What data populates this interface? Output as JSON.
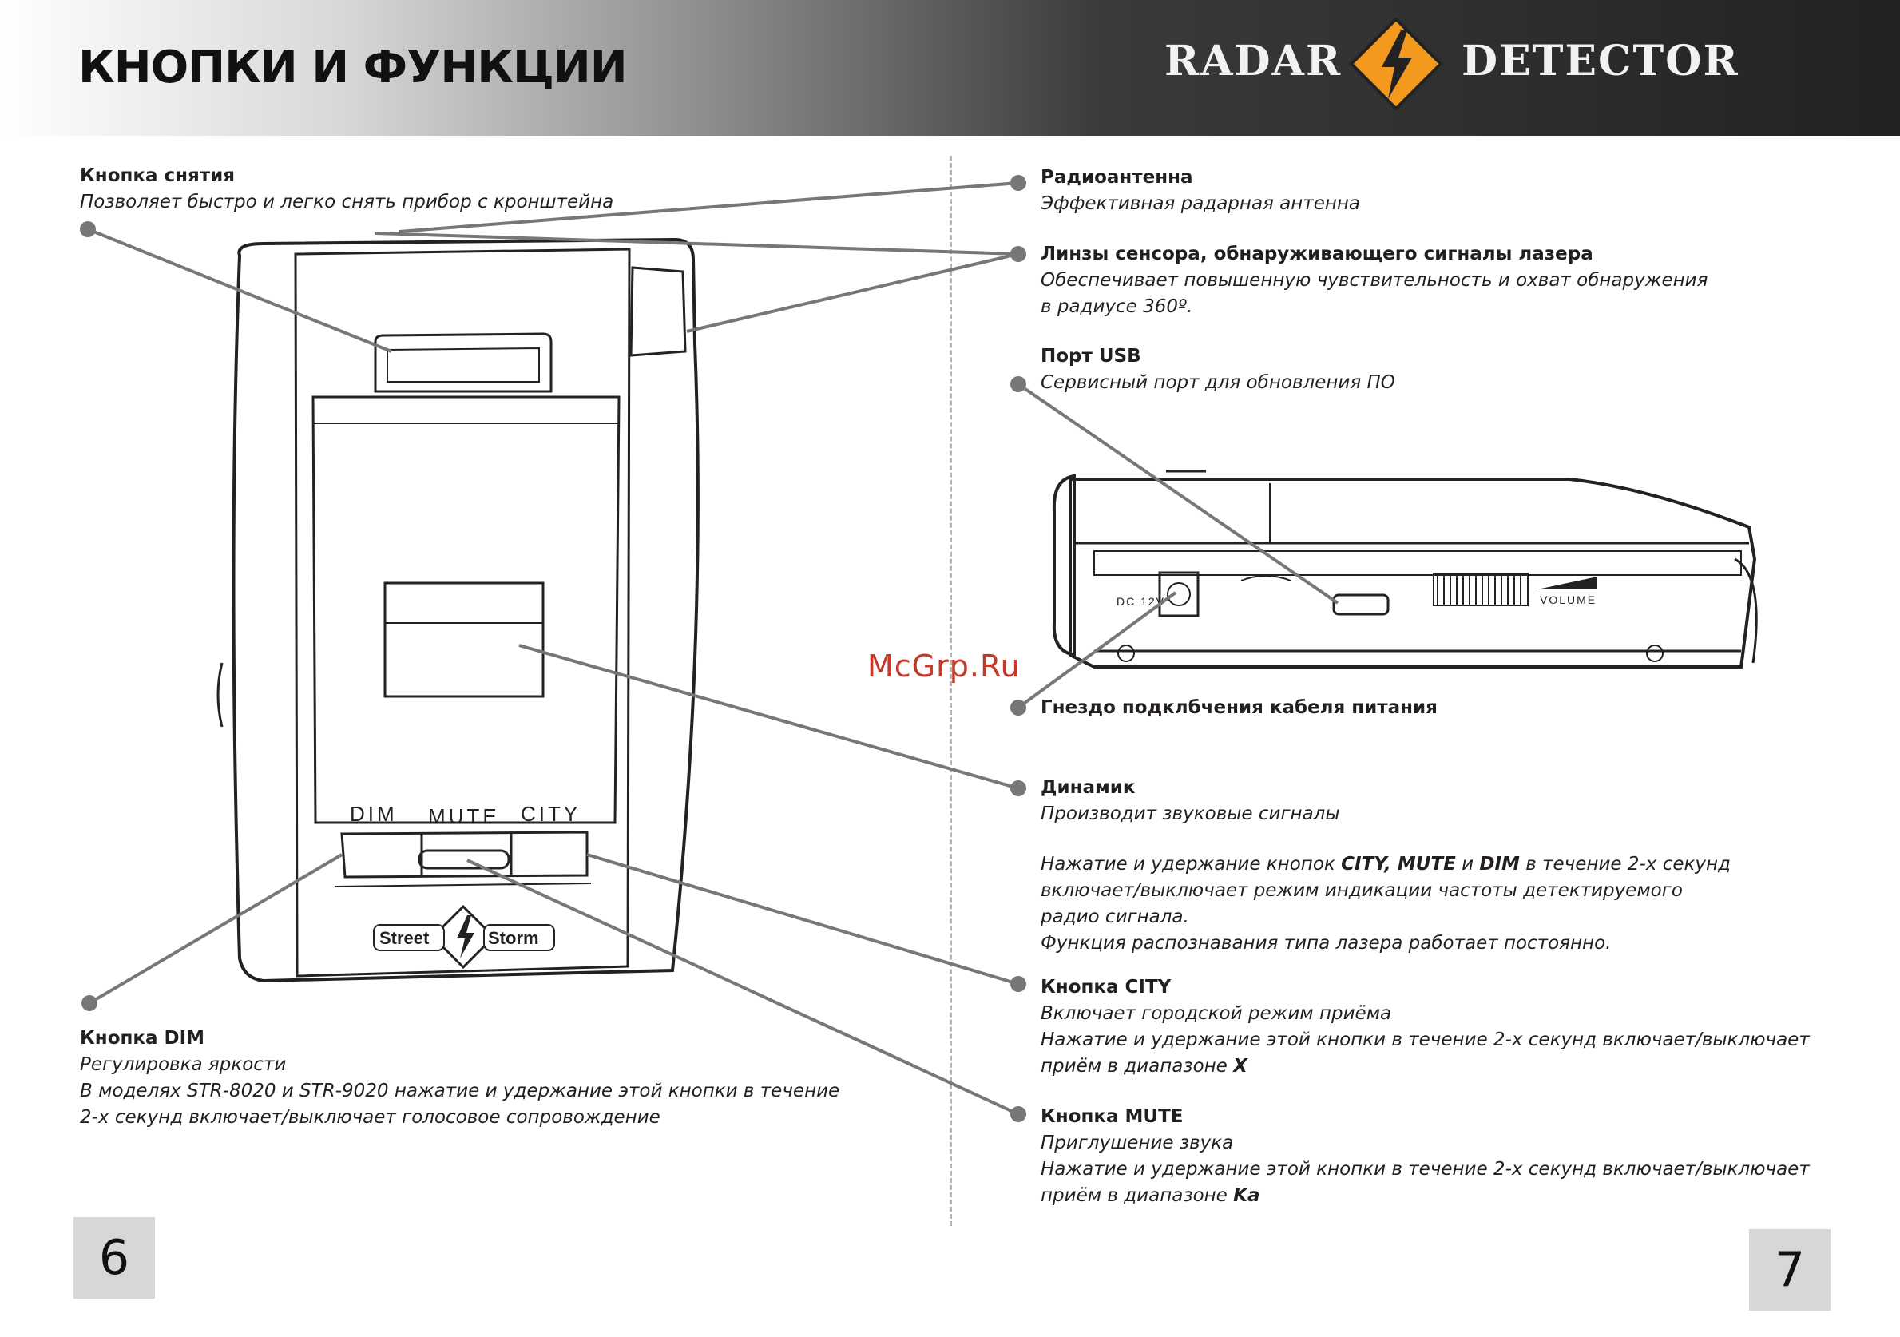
{
  "header": {
    "title": "КНОПКИ И ФУНКЦИИ",
    "brand_left": "RADAR",
    "brand_right": "DETECTOR"
  },
  "left": {
    "release": {
      "title": "Кнопка снятия",
      "desc": "Позволяет быстро и легко снять прибор с кронштейна"
    },
    "dim": {
      "title": "Кнопка DIM",
      "desc1": "Регулировка яркости",
      "desc2": "В моделях STR-8020 и STR-9020 нажатие и удержание этой кнопки в течение",
      "desc3": "2-х секунд включает/выключает голосовое сопровождение"
    }
  },
  "right": {
    "antenna": {
      "title": "Радиоантенна",
      "desc": "Эффективная радарная антенна"
    },
    "laser": {
      "title": "Линзы сенсора, обнаруживающего сигналы лазера",
      "desc1": "Обеспечивает повышенную чувствительность и охват обнаружения",
      "desc2": "в радиусе 360º."
    },
    "usb": {
      "title": "Порт USB",
      "desc": "Сервисный порт для обновления ПО"
    },
    "power": {
      "title": "Гнездо подклбчения кабеля питания"
    },
    "speaker": {
      "title": "Динамик",
      "desc": "Производит звуковые сигналы"
    },
    "note": {
      "l1_a": "Нажатие и удержание кнопок ",
      "l1_city": "CITY",
      "l1_sep": ", ",
      "l1_mute": "MUTE",
      "l1_and": " и ",
      "l1_dim": "DIM",
      "l1_b": " в течение 2-х секунд",
      "l2": "включает/выключает режим индикации частоты детектируемого",
      "l3": "радио сигнала.",
      "l4": "Функция распознавания типа лазера работает постоянно."
    },
    "city": {
      "title": "Кнопка CITY",
      "desc1": "Включает городской режим приёма",
      "desc2": "Нажатие и удержание этой кнопки в течение 2-х секунд включает/выключает",
      "desc3a": "приём в диапазоне ",
      "desc3b": "X"
    },
    "mute": {
      "title": "Кнопка MUTE",
      "desc1": "Приглушение звука",
      "desc2": "Нажатие и удержание этой кнопки в течение 2-х секунд включает/выключает",
      "desc3a": "приём в диапазоне ",
      "desc3b": "Ka"
    }
  },
  "device_front": {
    "btn_dim": "DIM",
    "btn_mute": "MUTE",
    "btn_city": "CITY",
    "logo_left": "Street",
    "logo_right": "Storm"
  },
  "device_side": {
    "dc_label": "DC 12V",
    "volume_label": "VOLUME"
  },
  "watermark": "McGrp.Ru",
  "page_numbers": {
    "left": "6",
    "right": "7"
  },
  "colors": {
    "logo_orange": "#f39a1e",
    "callout_gray": "#777777",
    "watermark_red": "#c43a2a"
  }
}
